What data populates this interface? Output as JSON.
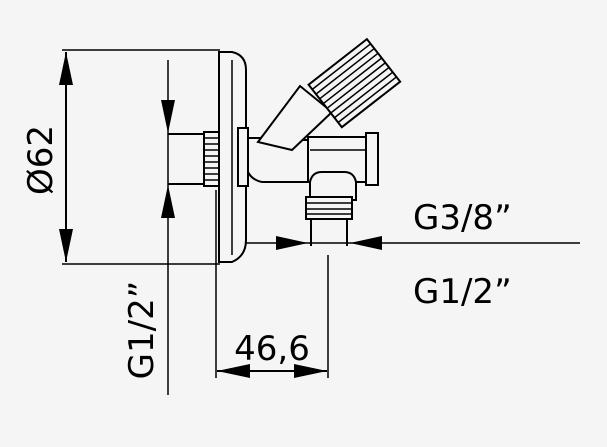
{
  "drawing": {
    "labels": {
      "diameter": "Ø62",
      "inlet_thread": "G1/2”",
      "outlet_thread_top": "G3/8”",
      "outlet_thread_bottom": "G1/2”",
      "depth": "46,6"
    },
    "colors": {
      "background": "#f5f5f5",
      "line": "#000000"
    }
  }
}
